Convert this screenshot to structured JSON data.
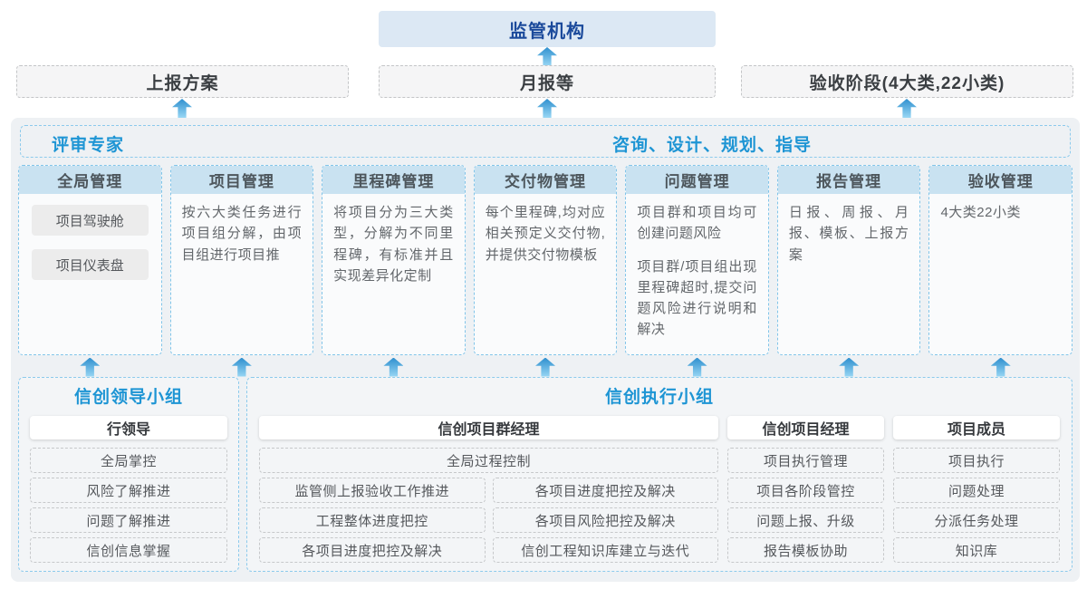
{
  "top": {
    "regulator": "监管机构",
    "channels": [
      "上报方案",
      "月报等",
      "验收阶段(4大类,22小类)"
    ]
  },
  "band": {
    "left": "评审专家",
    "right": "咨询、设计、规划、指导"
  },
  "modules": [
    {
      "title": "全局管理",
      "tags": [
        "项目驾驶舱",
        "项目仪表盘"
      ]
    },
    {
      "title": "项目管理",
      "p1": "按六大类任务进行项目组分解，由项目组进行项目推"
    },
    {
      "title": "里程碑管理",
      "p1": "将项目分为三大类型，分解为不同里程碑，有标准并且实现差异化定制"
    },
    {
      "title": "交付物管理",
      "p1": "每个里程碑,均对应相关预定义交付物,并提供交付物模板"
    },
    {
      "title": "问题管理",
      "p1": "项目群和项目均可创建问题风险",
      "p2": "项目群/项目组出现里程碑超时,提交问题风险进行说明和解决"
    },
    {
      "title": "报告管理",
      "p1": "日报、周报、月报、模板、上报方案"
    },
    {
      "title": "验收管理",
      "p1": "4大类22小类"
    }
  ],
  "leader_group": {
    "title": "信创领导小组",
    "role": "行领导",
    "duties": [
      "全局掌控",
      "风险了解推进",
      "问题了解推进",
      "信创信息掌握"
    ]
  },
  "exec_group": {
    "title": "信创执行小组",
    "pm_group": {
      "role": "信创项目群经理",
      "full": "全局过程控制",
      "left": [
        "监管侧上报验收工作推进",
        "工程整体进度把控",
        "各项目进度把控及解决"
      ],
      "right": [
        "各项目进度把控及解决",
        "各项目风险把控及解决",
        "信创工程知识库建立与迭代"
      ]
    },
    "pm": {
      "role": "信创项目经理",
      "duties": [
        "项目执行管理",
        "项目各阶段管控",
        "问题上报、升级",
        "报告模板协助"
      ]
    },
    "member": {
      "role": "项目成员",
      "duties": [
        "项目执行",
        "问题处理",
        "分派任务处理",
        "知识库"
      ]
    }
  },
  "colors": {
    "accent": "#1e95d4",
    "regulator_text": "#1b4a9b",
    "regulator_bg": "#dce8f4",
    "module_header_bg": "#c9e2f1",
    "dashed_blue": "#85c7ea",
    "arrow_top": "#2f90cf",
    "arrow_bottom": "#98d7f4"
  }
}
